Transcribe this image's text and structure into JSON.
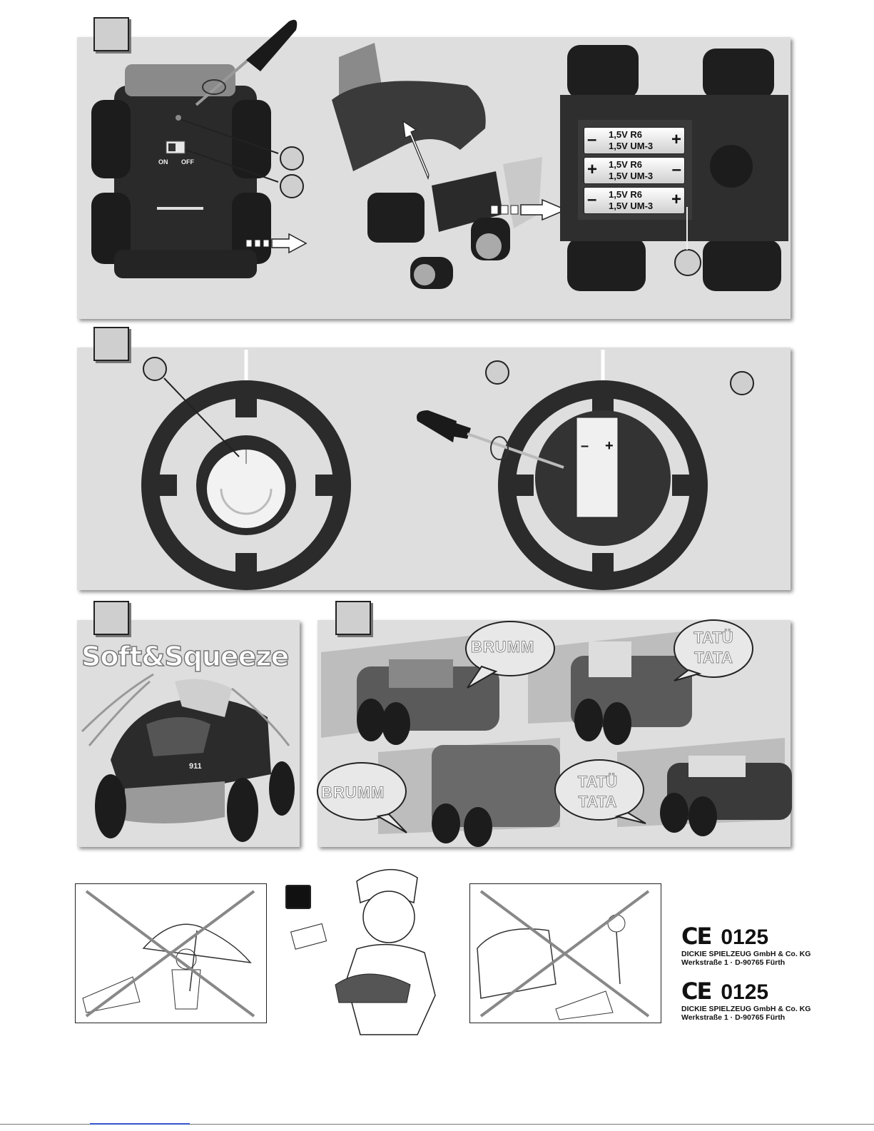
{
  "switch": {
    "on_label": "ON",
    "off_label": "OFF"
  },
  "batteries": [
    {
      "line1": "1,5V R6",
      "line2": "1,5V UM-3",
      "left_sign": "–",
      "right_sign": "+"
    },
    {
      "line1": "1,5V R6",
      "line2": "1,5V UM-3",
      "left_sign": "+",
      "right_sign": "–"
    },
    {
      "line1": "1,5V R6",
      "line2": "1,5V UM-3",
      "left_sign": "–",
      "right_sign": "+"
    }
  ],
  "remote_battery": {
    "minus": "–",
    "plus": "+"
  },
  "car_underside_label": "911",
  "soft_squeeze_title": "Soft&Squeeze",
  "speech_bubbles": [
    "BRUMM",
    "TATÜ TATA",
    "BRUMM",
    "TATÜ TATA"
  ],
  "ce": [
    {
      "mark": "CE",
      "number": "0125",
      "company": "DICKIE SPIELZEUG GmbH & Co. KG",
      "address": "Werkstraße 1 · D-90765 Fürth"
    },
    {
      "mark": "CE",
      "number": "0125",
      "company": "DICKIE SPIELZEUG GmbH & Co. KG",
      "address": "Werkstraße 1 · D-90765 Fürth"
    }
  ],
  "colors": {
    "panel": "#dedede",
    "dark": "#1f1f1f",
    "step_box": "#cfcfcf"
  }
}
